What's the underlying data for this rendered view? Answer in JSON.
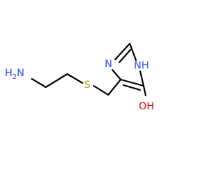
{
  "molecule": {
    "atoms": {
      "amine": {
        "label": "H2N",
        "main": "H",
        "subscript": "2",
        "suffix": "N",
        "color": "#3050F8"
      },
      "sulfur": {
        "label": "S",
        "color": "#B5A020"
      },
      "ring_n3": {
        "label": "N",
        "color": "#3050F8"
      },
      "ring_n1": {
        "label": "NH",
        "color": "#3050F8"
      },
      "hydroxyl": {
        "label": "OH",
        "color": "#E00000"
      }
    },
    "bond_color": "#000000"
  }
}
